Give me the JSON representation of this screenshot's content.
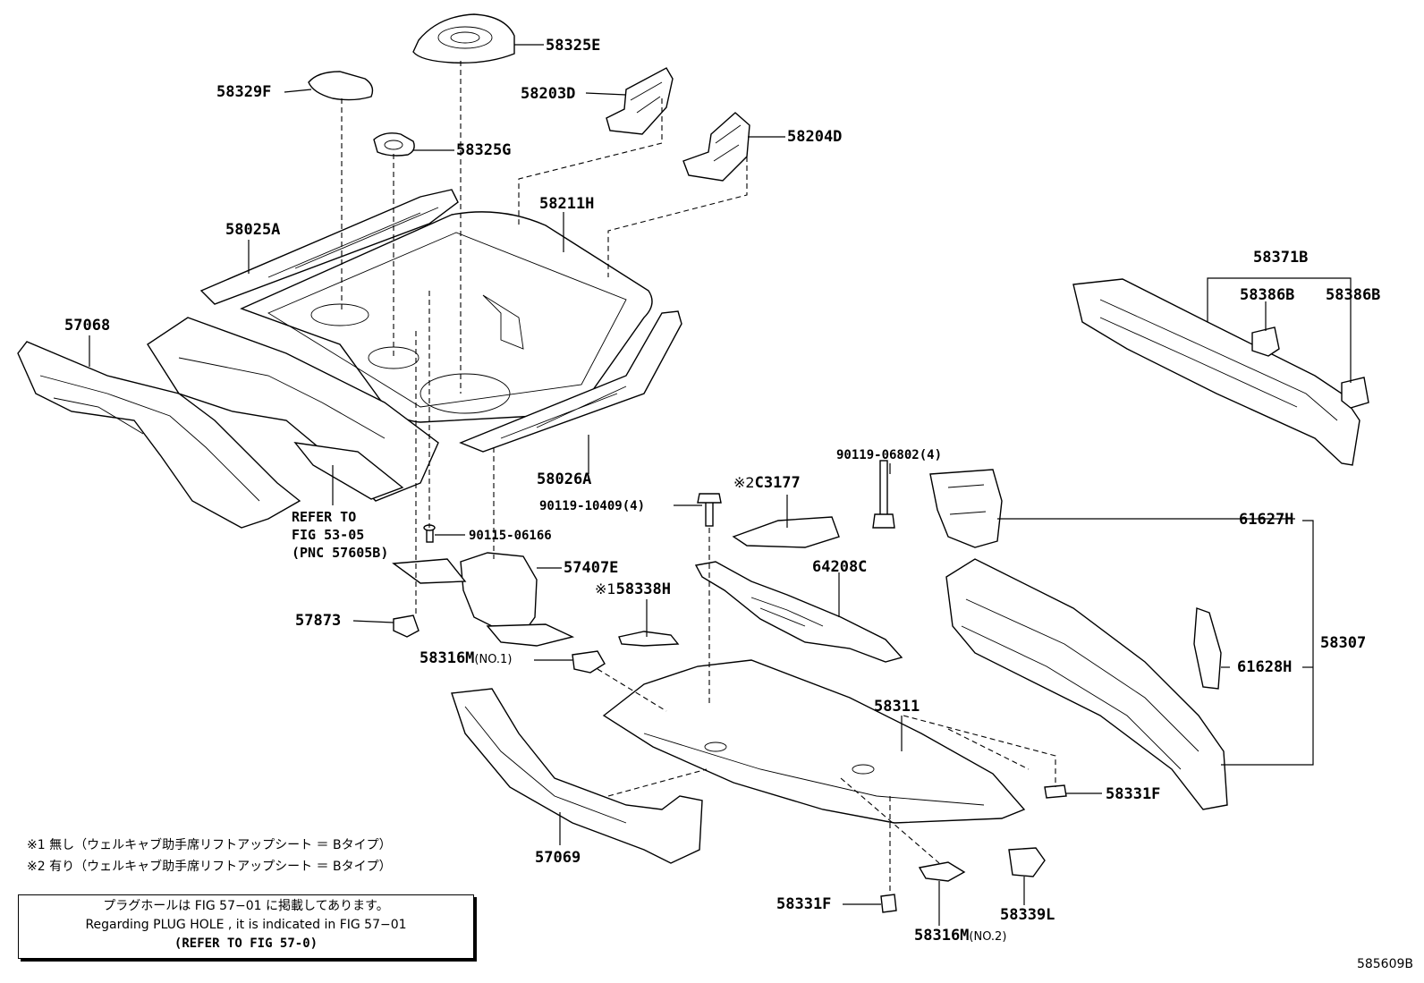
{
  "parts": {
    "p58325E": "58325E",
    "p58329F": "58329F",
    "p58203D": "58203D",
    "p58204D": "58204D",
    "p58325G": "58325G",
    "p58211H": "58211H",
    "p58025A": "58025A",
    "p58371B": "58371B",
    "p58386B_1": "58386B",
    "p58386B_2": "58386B",
    "p57068": "57068",
    "p58026A": "58026A",
    "p90119_06802": "90119-06802(4)",
    "p90119_10409": "90119-10409(4)",
    "pC3177_mark": "※2",
    "pC3177": "C3177",
    "p61627H": "61627H",
    "p90115_06166": "90115-06166",
    "p57407E": "57407E",
    "p64208C": "64208C",
    "p58338H_mark": "※1",
    "p58338H": "58338H",
    "p57873": "57873",
    "p58307": "58307",
    "p58316M_1": "58316M",
    "p58316M_1_sub": "(NO.1)",
    "p61628H": "61628H",
    "p58311": "58311",
    "p58331F_1": "58331F",
    "p57069": "57069",
    "p58331F_2": "58331F",
    "p58339L": "58339L",
    "p58316M_2": "58316M",
    "p58316M_2_sub": "(NO.2)"
  },
  "refer": {
    "line1": "REFER TO",
    "line2": "FIG 53-05",
    "line3": "(PNC 57605B)"
  },
  "notes": {
    "note1": "※1 無し（ウェルキャブ助手席リフトアップシート ＝ Bタイプ）",
    "note2": "※2 有り（ウェルキャブ助手席リフトアップシート ＝ Bタイプ）"
  },
  "notebox": {
    "line1": "プラグホールは FIG 57−01 に掲載してあります。",
    "line2": "Regarding  PLUG  HOLE , it is indicated in  FIG  57−01",
    "line3": "(REFER TO FIG 57-0)"
  },
  "diagram_code": "585609B"
}
